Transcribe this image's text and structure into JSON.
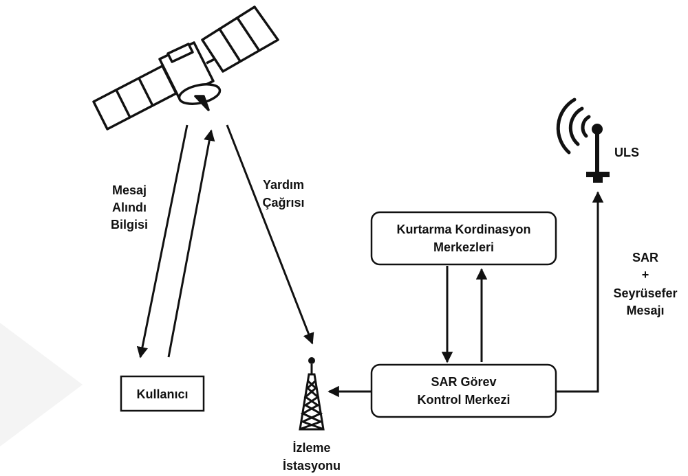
{
  "labels": {
    "message_received": [
      "Mesaj",
      "Alındı",
      "Bilgisi"
    ],
    "help_call": [
      "Yardım",
      "Çağrısı"
    ],
    "uls": "ULS",
    "sar_message": [
      "SAR",
      "+",
      "Seyrüsefer",
      "Mesajı"
    ],
    "user": "Kullanıcı",
    "rescue_center": [
      "Kurtarma Kordinasyon",
      "Merkezleri"
    ],
    "mission_control": [
      "SAR Görev",
      "Kontrol Merkezi"
    ],
    "monitoring_station": [
      "İzleme",
      "İstasyonu"
    ]
  },
  "colors": {
    "stroke": "#111111",
    "text": "#111111",
    "background": "#ffffff",
    "watermark": "#f3f3f3"
  },
  "icons": [
    "satellite-icon",
    "ground-antenna-icon",
    "radio-tower-icon"
  ]
}
